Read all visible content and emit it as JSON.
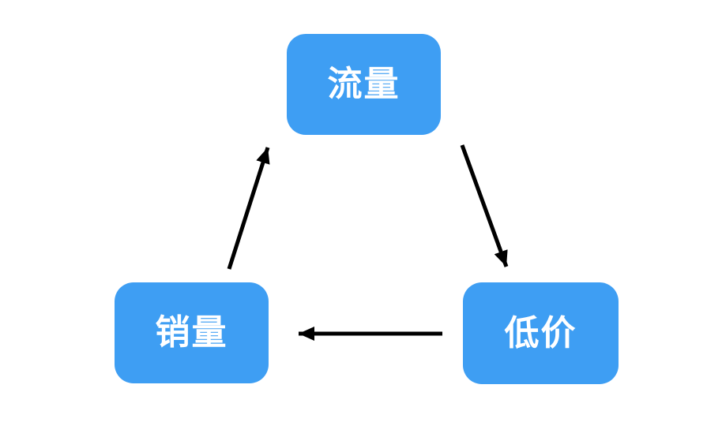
{
  "diagram": {
    "title": "price-traffic-sales cycle",
    "colors": {
      "node_fill": "#3e9ef3",
      "node_text": "#ffffff",
      "arrow": "#000000",
      "background": "#ffffff"
    },
    "nodes": [
      {
        "id": "traffic",
        "label": "流量",
        "position": "top"
      },
      {
        "id": "sales",
        "label": "销量",
        "position": "bottom-left"
      },
      {
        "id": "low-price",
        "label": "低价",
        "position": "bottom-right"
      }
    ],
    "edges": [
      {
        "from": "流量",
        "to": "低价",
        "direction": "down-right"
      },
      {
        "from": "低价",
        "to": "销量",
        "direction": "left"
      },
      {
        "from": "销量",
        "to": "流量",
        "direction": "up-right"
      }
    ]
  }
}
